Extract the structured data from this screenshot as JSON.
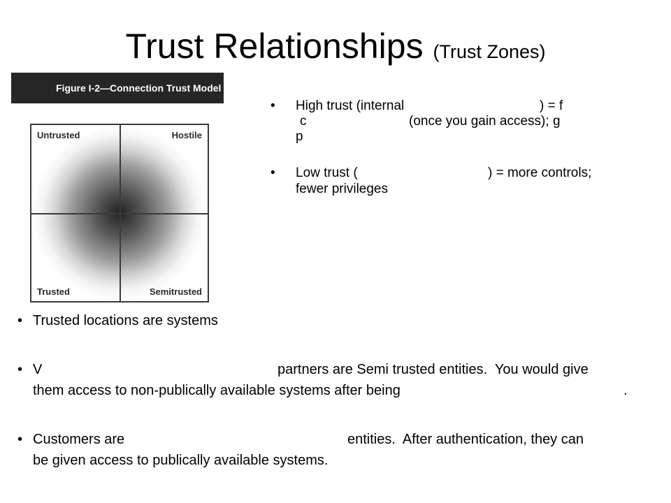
{
  "title": {
    "main": "Trust Relationships",
    "sub": "(Trust Zones)"
  },
  "figure": {
    "caption": "Figure I-2—Connection Trust Model",
    "quadrants": {
      "top_left": "Untrusted",
      "top_right": "Hostile",
      "bottom_left": "Trusted",
      "bottom_right": "Semitrusted"
    }
  },
  "right_bullets": [
    {
      "line1a": "High trust (internal",
      "line1b": ") = f",
      "line2a": "c",
      "line2b": "(once you gain access); g",
      "line3": "p"
    },
    {
      "line1a": "Low trust (",
      "line1b": ") = more controls;",
      "line2": "fewer privileges"
    }
  ],
  "bottom_bullets": [
    {
      "line1": "Trusted locations are systems"
    },
    {
      "line1a": "V",
      "line1b": "partners are Semi trusted entities.  You would give",
      "line2a": "them access to non-publically available systems after being",
      "line2b": "."
    },
    {
      "line1a": "Customers are",
      "line1b": "entities.  After authentication, they can",
      "line2": "be given access to publically available systems."
    }
  ],
  "bullet_char": "•"
}
